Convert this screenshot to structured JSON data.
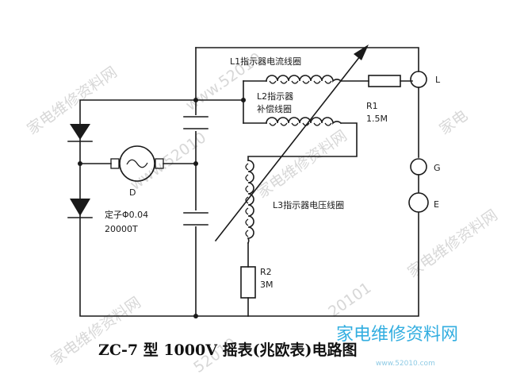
{
  "labels": {
    "l1_coil": "L1指示器电流线圈",
    "l2_coil_line1": "L2指示器",
    "l2_coil_line2": "补偿线圈",
    "l3_coil": "L3指示器电压线圈",
    "r1_name": "R1",
    "r1_value": "1.5M",
    "r2_name": "R2",
    "r2_value": "3M",
    "generator": "D",
    "stator_line1": "定子Φ0.04",
    "stator_line2": "20000T"
  },
  "terminals": {
    "line": "L",
    "guard": "G",
    "earth": "E"
  },
  "title": "ZC-7 型 1000V 摇表(兆欧表)电路图",
  "watermarks": {
    "site_name_a": "家电维修资料网",
    "site_name_b": "家电维修资料网",
    "site_name_c": "家电维修资料网",
    "site_name_d": "家电维修资料网",
    "site_name_e": "家电",
    "domain_a": "www.52010",
    "domain_b": "www.52010",
    "domain_c": "52010",
    "domain_d": "20101",
    "logo_text": "家电维修资料网",
    "logo_url": "www.52010.com"
  }
}
